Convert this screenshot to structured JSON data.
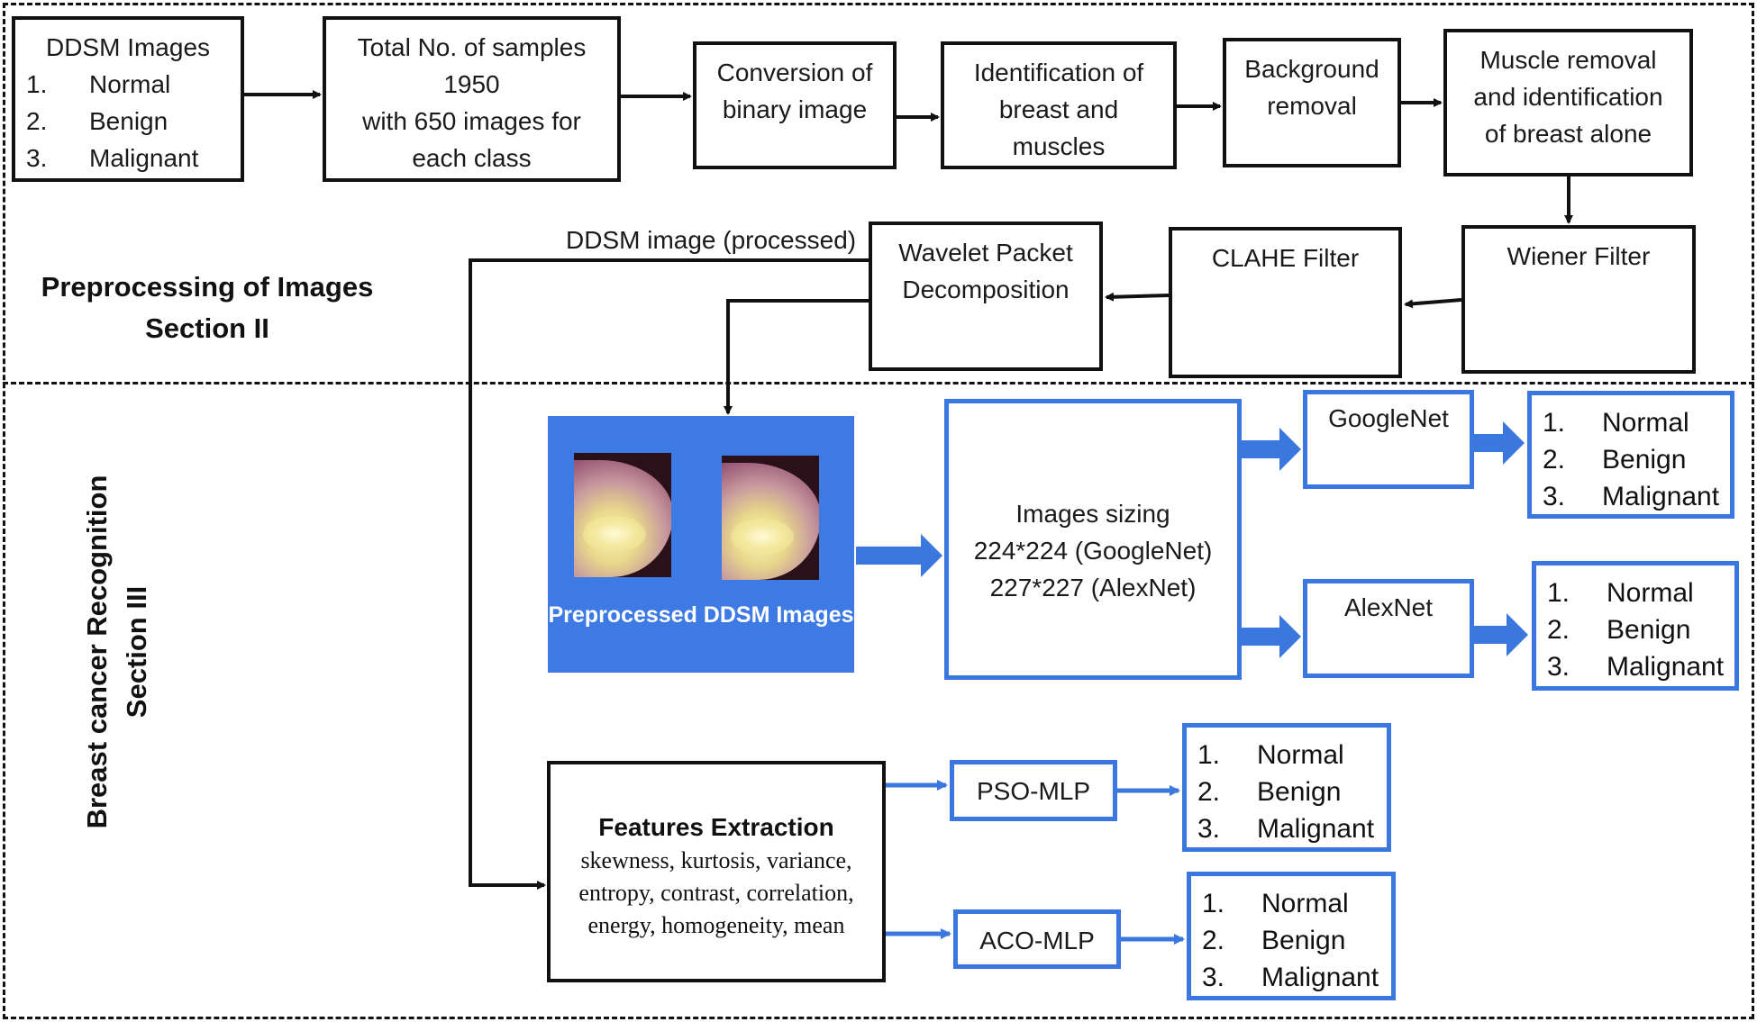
{
  "sections": {
    "preprocessing_title": "Preprocessing of Images",
    "preprocessing_sub": "Section II",
    "recognition_title": "Breast cancer Recognition",
    "recognition_sub": "Section III"
  },
  "nodes": {
    "ddsm": {
      "title": "DDSM Images",
      "items": [
        {
          "n": "1.",
          "t": "Normal"
        },
        {
          "n": "2.",
          "t": "Benign"
        },
        {
          "n": "3.",
          "t": "Malignant"
        }
      ]
    },
    "samples": {
      "lines": [
        "Total No. of samples",
        "1950",
        "with 650 images for",
        "each class"
      ]
    },
    "binary": {
      "lines": [
        "Conversion of",
        "binary image"
      ]
    },
    "identify": {
      "lines": [
        "Identification of",
        "breast and",
        "muscles"
      ]
    },
    "background": {
      "lines": [
        "Background",
        "removal"
      ]
    },
    "muscle": {
      "lines": [
        "Muscle removal",
        "and identification",
        "of breast alone"
      ]
    },
    "wiener": {
      "lines": [
        "Wiener Filter"
      ]
    },
    "clahe": {
      "lines": [
        "CLAHE Filter"
      ]
    },
    "wavelet": {
      "lines": [
        "Wavelet Packet",
        "Decomposition"
      ]
    },
    "processed_label": "DDSM image (processed)",
    "preprocessed_panel": "Preprocessed DDSM Images",
    "sizing": {
      "lines": [
        "Images sizing",
        "224*224 (GoogleNet)",
        "227*227 (AlexNet)"
      ]
    },
    "googlenet": "GoogleNet",
    "alexnet": "AlexNet",
    "features": {
      "title": "Features Extraction",
      "lines": [
        "skewness, kurtosis, variance,",
        "entropy, contrast, correlation,",
        "energy, homogeneity, mean"
      ]
    },
    "pso": "PSO-MLP",
    "aco": "ACO-MLP",
    "out_googlenet": [
      {
        "n": "1.",
        "t": "Normal"
      },
      {
        "n": "2.",
        "t": "Benign"
      },
      {
        "n": "3.",
        "t": "Malignant"
      }
    ],
    "out_alexnet": [
      {
        "n": "1.",
        "t": "Normal"
      },
      {
        "n": "2.",
        "t": "Benign"
      },
      {
        "n": "3.",
        "t": "Malignant"
      }
    ],
    "out_pso": [
      {
        "n": "1.",
        "t": "Normal"
      },
      {
        "n": "2.",
        "t": "Benign"
      },
      {
        "n": "3.",
        "t": "Malignant"
      }
    ],
    "out_aco": [
      {
        "n": "1.",
        "t": "Normal"
      },
      {
        "n": "2.",
        "t": "Benign"
      },
      {
        "n": "3.",
        "t": "Malignant"
      }
    ]
  },
  "colors": {
    "accent_blue": "#3a78e0",
    "panel_blue": "#3d7ae4",
    "ink": "#111111"
  }
}
